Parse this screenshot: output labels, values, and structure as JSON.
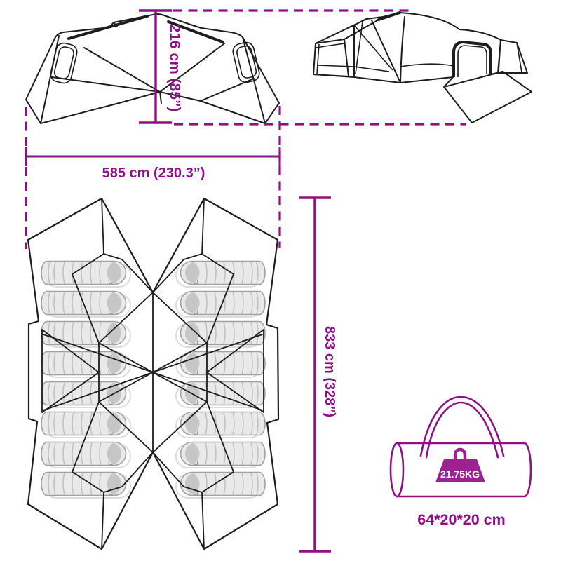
{
  "colors": {
    "accent_magenta": "#8d1084",
    "weight_icon_magenta": "#9a2391",
    "drawing_line": "#1d1d1b",
    "sleeping_bag_fill": "#e9e9e9",
    "sleeping_bag_cap": "#c6c6c6"
  },
  "dimensions": {
    "height": "216 cm (85”)",
    "width": "585 cm (230.3”)",
    "length": "833 cm (328”)"
  },
  "carry_bag": {
    "weight": "21.75KG",
    "size": "64*20*20 cm"
  },
  "icons": {
    "weight_icon": "weight-block",
    "carry_bag_icon": "carry-bag"
  }
}
